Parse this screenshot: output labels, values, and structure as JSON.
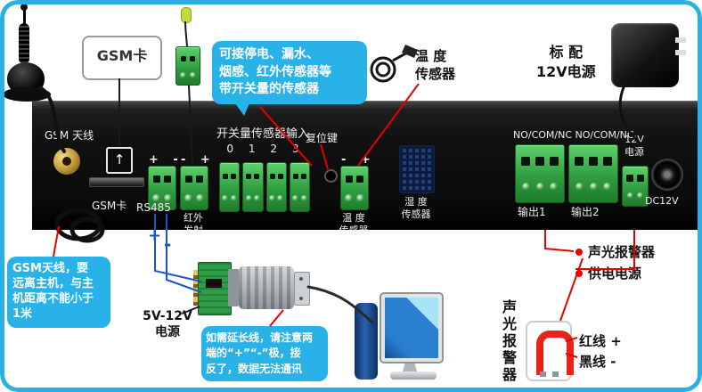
{
  "colors": {
    "accent_blue": "#29b2e8",
    "panel_black": "#0a0a0a",
    "terminal_green": "#2f9e3f",
    "line_red": "#e60000",
    "wire_blue": "#1b55c8"
  },
  "top": {
    "gsm_card_tag": "GSM卡",
    "sensors_callout": [
      "可接停电、漏水、",
      "烟感、红外传感器等",
      "带开关量的传感器"
    ],
    "temp_sensor_label": [
      "温 度",
      "传感器"
    ],
    "power_label": [
      "标    配",
      "12V电源"
    ]
  },
  "panel": {
    "antenna_label": "GSM 天线",
    "sim_arrow": "↑",
    "sim_label": "GSM卡",
    "rs485_pins": "+ -",
    "rs485_label": "RS485",
    "ir_pins": "- +",
    "ir_label": [
      "红外",
      "发射"
    ],
    "switch_title": "开关量传感器输入",
    "switch_channels": [
      "0",
      "1",
      "2",
      "3"
    ],
    "reset_label": "复位键",
    "temp_pins": "- +",
    "temp_label": [
      "温 度",
      "传感器"
    ],
    "humidity_label": [
      "湿 度",
      "传感器"
    ],
    "relay_header": "NO/COM/NC NO/COM/NC",
    "output_labels": [
      "输出1",
      "输出2"
    ],
    "v12_label": [
      "12V",
      "电源"
    ],
    "dc_label": "DC12V"
  },
  "bottom": {
    "antenna_callout": [
      "GSM天线，要",
      "远离主机，与主",
      "机距离不能小于",
      "1米"
    ],
    "wire_plus": "+",
    "wire_minus": "-",
    "converter_power": [
      "5V-12V",
      "电源"
    ],
    "extension_callout": [
      "如需延长线，请注意两",
      "端的“+”“-”极，接",
      "反了，数据无法通讯"
    ],
    "legend": {
      "alarm": "声光报警器",
      "power": "供电电源"
    },
    "alarm_vertical": "声光报警器",
    "red_wire": "红线 +",
    "black_wire": "黑线 -"
  }
}
